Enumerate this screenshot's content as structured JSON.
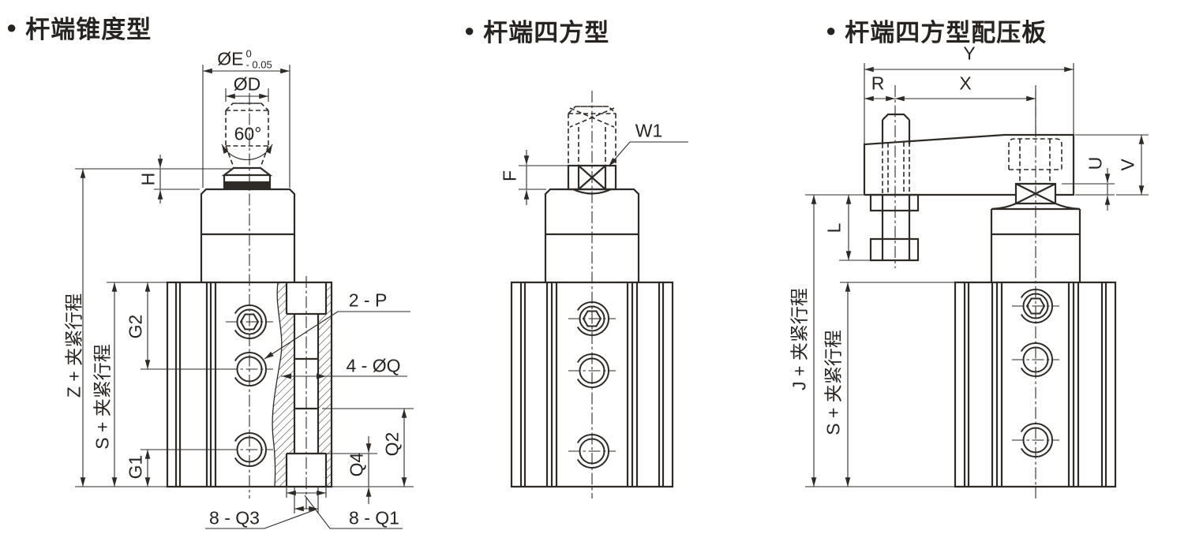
{
  "titles": {
    "bullet": "●",
    "taper": "杆端锥度型",
    "square": "杆端四方型",
    "square_plate": "杆端四方型配压板"
  },
  "left_view": {
    "dim_oe": "ØE",
    "oe_tol_upper": "0",
    "oe_tol_lower": "- 0.05",
    "dim_od": "ØD",
    "angle": "60°",
    "dim_h": "H",
    "dim_z_stroke": "Z + 夹紧行程",
    "dim_s_stroke": "S + 夹紧行程",
    "dim_g2": "G2",
    "dim_g1": "G1",
    "label_ports": "2 - P",
    "label_holes": "4 - ØQ",
    "dim_q2": "Q2",
    "dim_q4": "Q4",
    "label_cbore": "8 - Q3",
    "label_bore": "8 - Q1"
  },
  "middle_view": {
    "dim_f": "F",
    "label_w1": "W1"
  },
  "right_view": {
    "dim_y": "Y",
    "dim_r": "R",
    "dim_x": "X",
    "dim_u": "U",
    "dim_v": "V",
    "dim_l": "L",
    "dim_j_stroke": "J + 夹紧行程",
    "dim_s_stroke": "S + 夹紧行程"
  },
  "colors": {
    "line": "#2e2a26",
    "text": "#272320",
    "background": "#ffffff"
  }
}
